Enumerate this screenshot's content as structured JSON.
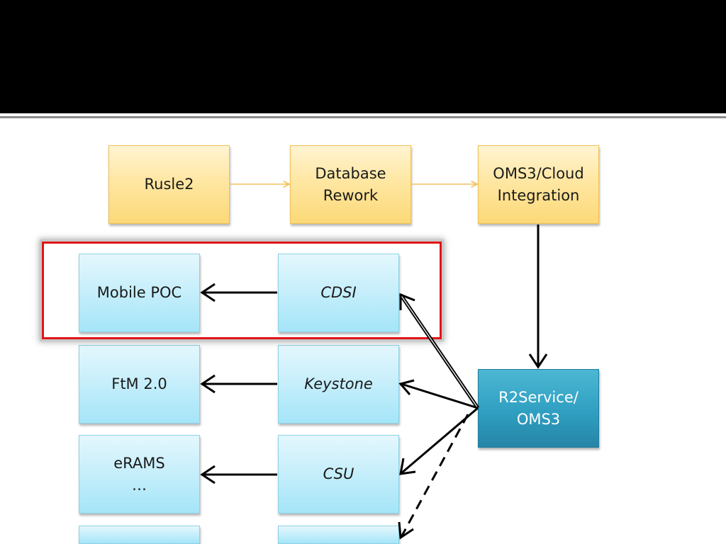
{
  "slide": {
    "title": ""
  },
  "diagram": {
    "pipeline": {
      "rusle2": "Rusle2",
      "database": "Database\nRework",
      "oms_cloud": "OMS3/Cloud\nIntegration"
    },
    "hub": "R2Service/\nOMS3",
    "middle": {
      "cdsi": "CDSI",
      "keystone": "Keystone",
      "csu": "CSU",
      "fourth": ""
    },
    "apps": {
      "mobile_poc": "Mobile POC",
      "ftm": "FtM 2.0",
      "erams": "eRAMS\n…",
      "fourth": ""
    }
  },
  "colors": {
    "title_bar": "#000000",
    "pipeline_box": "#ffe7a3",
    "client_box": "#c8effb",
    "hub_box": "#2f9fc1",
    "highlight": "#e01515",
    "pipeline_arrow": "#f1c158"
  }
}
